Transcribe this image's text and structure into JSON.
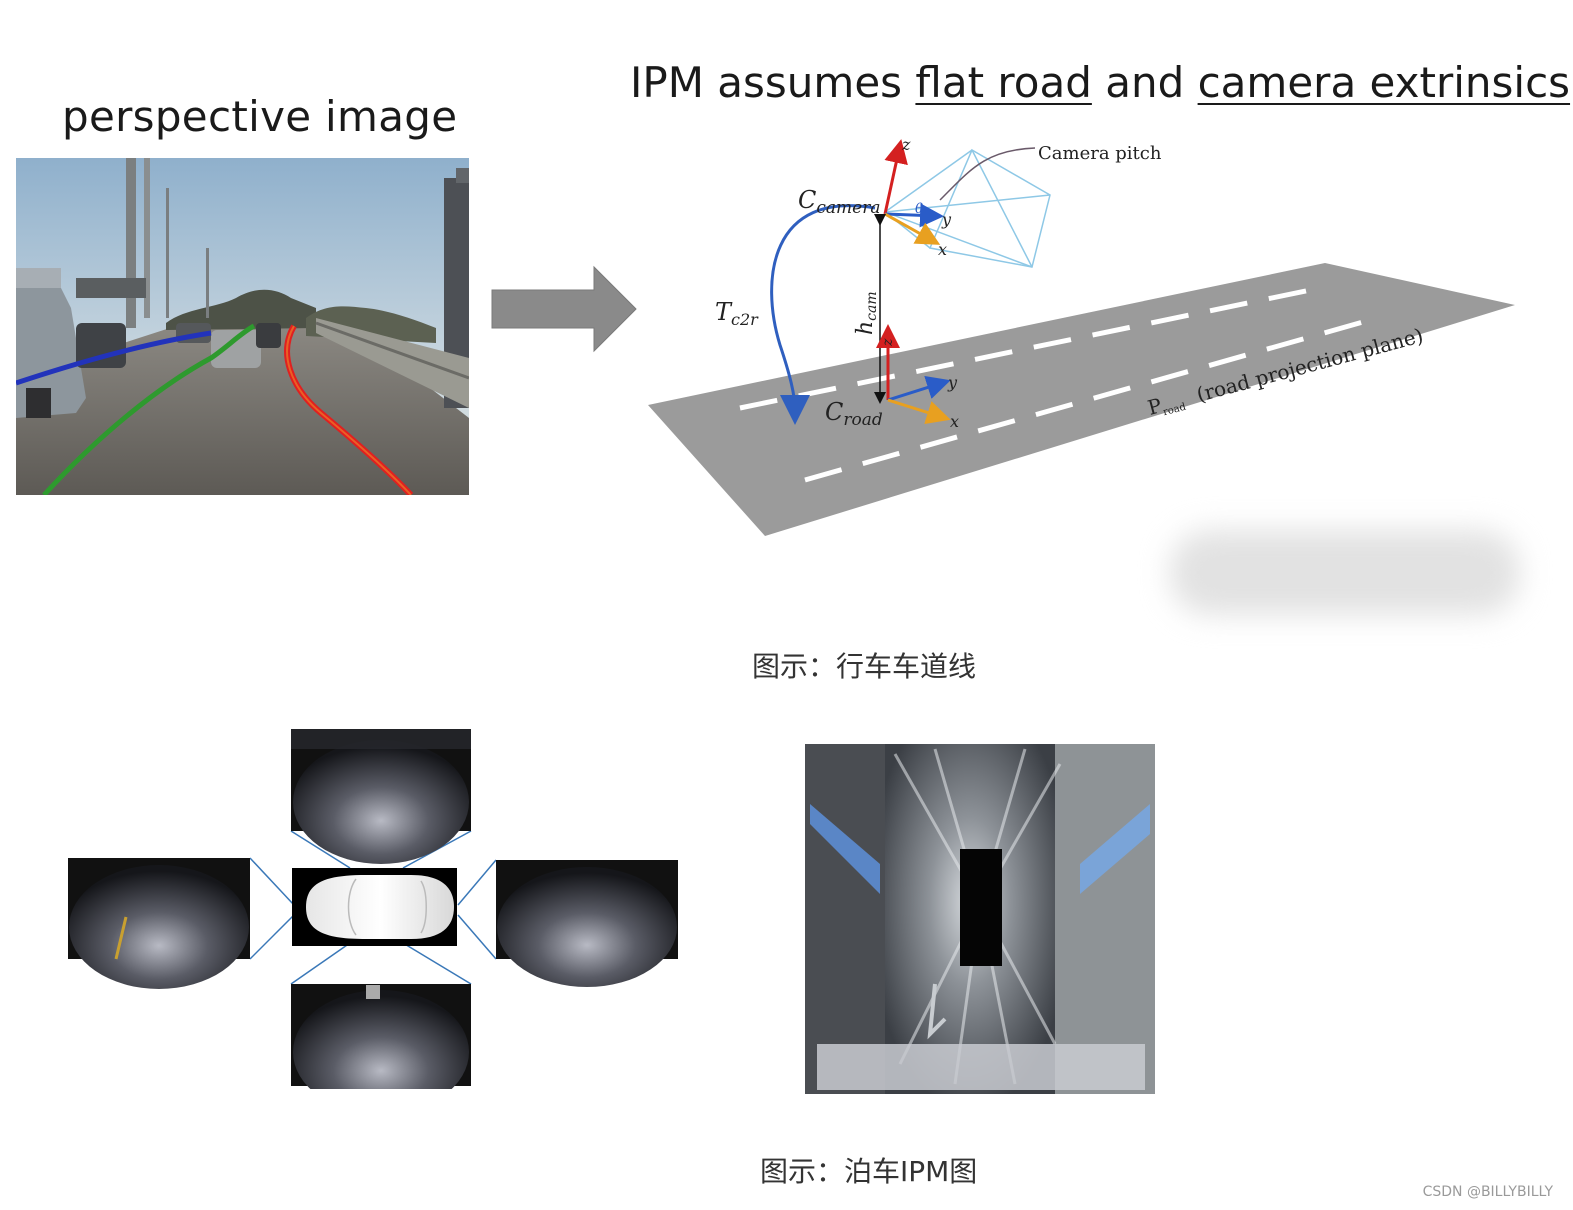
{
  "top_figure": {
    "left_title": "perspective image",
    "right_title_parts": [
      {
        "text": "IPM assumes ",
        "underline": false
      },
      {
        "text": "flat road",
        "underline": true
      },
      {
        "text": " and ",
        "underline": false
      },
      {
        "text": "camera extrinsics",
        "underline": true
      }
    ],
    "labels": {
      "camera_pitch": "Camera pitch",
      "c_camera_main": "C",
      "c_camera_sub": "camera",
      "c_road_main": "C",
      "c_road_sub": "road",
      "t_main": "T",
      "t_sub": "c2r",
      "h_main": "h",
      "h_sub": "cam",
      "p_main": "P",
      "p_sub": "road",
      "p_desc": "(road projection plane)",
      "axis_z": "z",
      "axis_y": "y",
      "axis_x": "x",
      "theta": "θ"
    },
    "lane_colors": {
      "left": "#2233bb",
      "center": "#2e9a2e",
      "right": "#e02020"
    }
  },
  "caption_top": "图示：行车车道线",
  "caption_bottom": "图示：泊车IPM图",
  "watermark": "CSDN @BILLYBILLY"
}
